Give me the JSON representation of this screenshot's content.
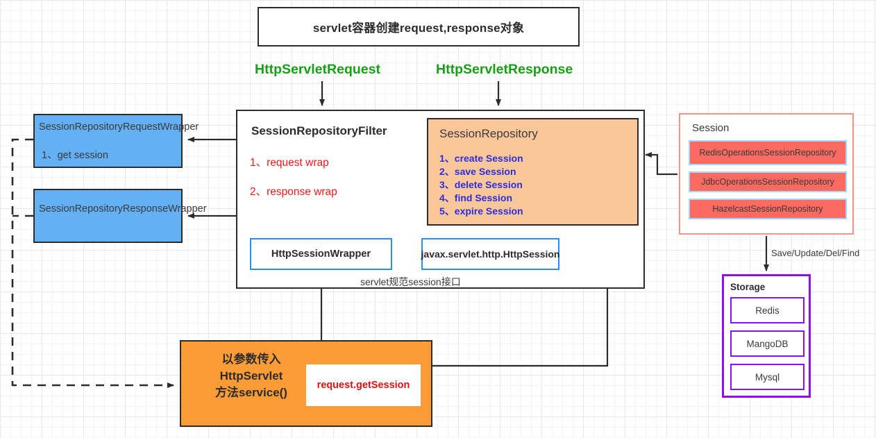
{
  "diagram": {
    "title_box": {
      "label": "servlet容器创建request,response对象"
    },
    "flow_labels": {
      "request": "HttpServletRequest",
      "response": "HttpServletResponse"
    },
    "filter": {
      "title": "SessionRepositoryFilter",
      "steps": [
        "1、request wrap",
        "2、response wrap"
      ]
    },
    "session_repository": {
      "title": "SessionRepository",
      "operations": [
        "1、create Session",
        "2、save Session",
        "3、delete Session",
        "4、find Session",
        "5、expire Session"
      ]
    },
    "http_session_wrapper": {
      "label": "HttpSessionWrapper"
    },
    "javax_session": {
      "label": "javax.servlet.http.HttpSession"
    },
    "servlet_caption": "servlet规范session接口",
    "wrappers": [
      {
        "name": "SessionRepositoryRequestWrapper",
        "detail": "1、get session"
      },
      {
        "name": "SessionRepositoryResponseWrapper",
        "detail": ""
      }
    ],
    "service_box": {
      "label": "以参数传入\nHttpServlet\n方法service()",
      "line1": "以参数传入",
      "line2": "HttpServlet",
      "line3": "方法service()",
      "call": "request.getSession"
    },
    "session_panel": {
      "title": "Session",
      "implementations": [
        "RedisOperationsSessionRepository",
        "JdbcOperationsSessionRepository",
        "HazelcastSessionRepository"
      ]
    },
    "storage_edge_label": "Save/Update/Del/Find",
    "storage_panel": {
      "title": "Storage",
      "items": [
        "Redis",
        "MangoDB",
        "Mysql"
      ]
    },
    "colors": {
      "green_label": "#16a016",
      "red_step": "#f31616",
      "repo_fill": "#fac79b",
      "repo_text": "#2b2ddd",
      "blue_wrapper": "#64b0f5",
      "service_orange": "#fd9b37",
      "call_red": "#e31010",
      "session_border": "#fa9189",
      "impl_fill": "#fa6a61",
      "impl_border": "#a8d4f7",
      "storage_border": "#8b0ff0",
      "stroke": "#2b2b2b",
      "accent_blue": "#2a8cf0"
    }
  }
}
